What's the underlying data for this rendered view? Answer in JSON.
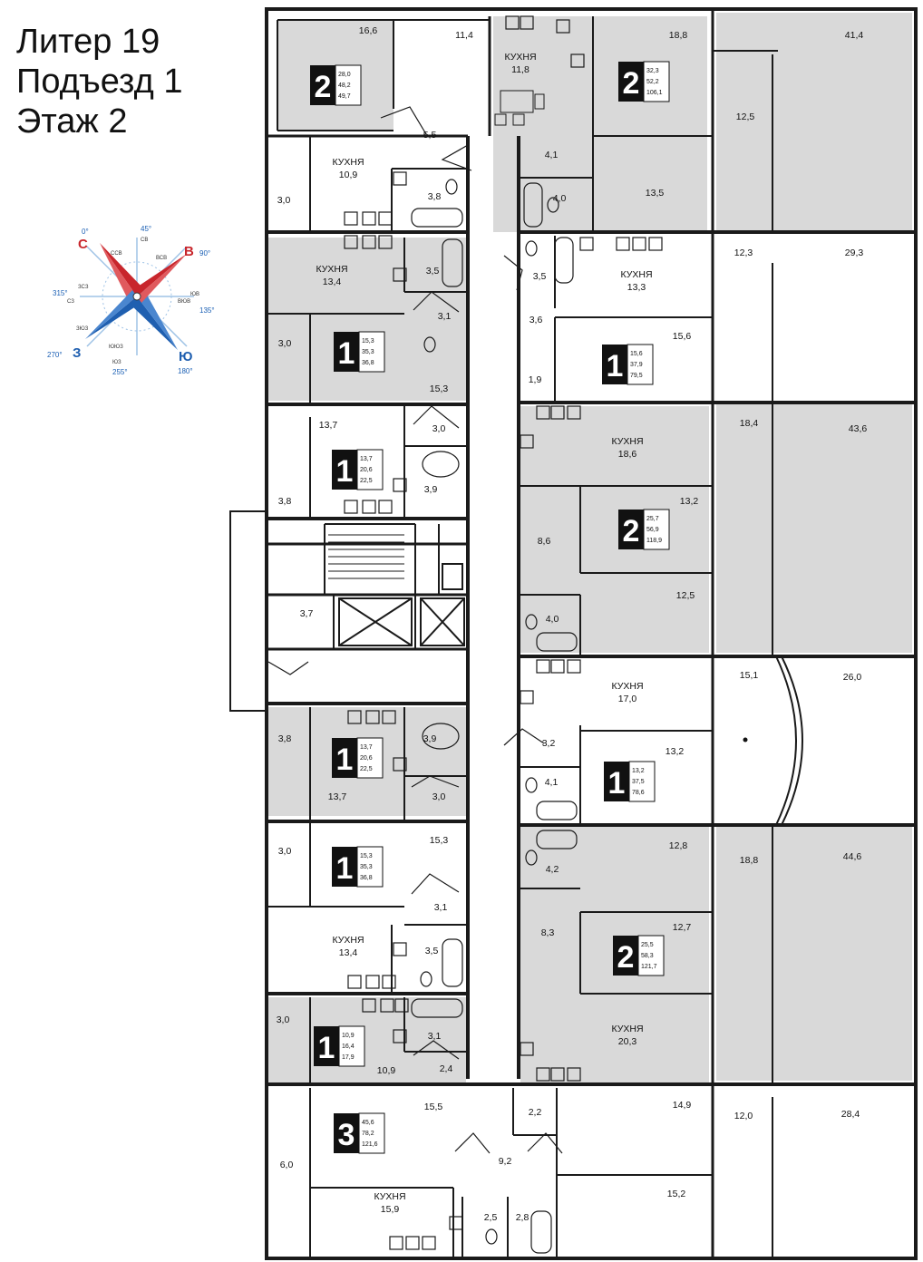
{
  "title": {
    "line1": "Литер 19",
    "line2": "Подъезд 1",
    "line3": "Этаж 2"
  },
  "compass": {
    "main": {
      "N": "С",
      "E": "В",
      "S": "Ю",
      "W": "З"
    },
    "inter": {
      "NE": "СВ",
      "SE": "ЮВ",
      "SW": "ЮЗ",
      "NW": "СЗ"
    },
    "minor": {
      "NNE": "ССВ",
      "ENE": "ВСВ",
      "ESE": "ВЮВ",
      "SSW": "ЮЮЗ",
      "WSW": "ЗЮЗ",
      "WNW": "ЗСЗ"
    },
    "degrees": {
      "N": "0°",
      "NE": "45°",
      "E": "90°",
      "SE": "135°",
      "S": "180°",
      "SW": "255°",
      "W": "270°",
      "NW": "315°"
    },
    "colors": {
      "north": "#c8262c",
      "south": "#1f5fb0",
      "light": "#9fc3e6"
    }
  },
  "colors": {
    "highlight": "#d9d9d9",
    "wall": "#1a1a1a",
    "badge": "#111111"
  },
  "kitchen_label": "КУХНЯ",
  "apartments": [
    {
      "rooms": "2",
      "areas": [
        "28,0",
        "48,2",
        "49,7"
      ]
    },
    {
      "rooms": "2",
      "areas": [
        "32,3",
        "52,2",
        "106,1"
      ]
    },
    {
      "rooms": "1",
      "areas": [
        "15,3",
        "35,3",
        "36,8"
      ]
    },
    {
      "rooms": "1",
      "areas": [
        "15,6",
        "37,9",
        "79,5"
      ]
    },
    {
      "rooms": "1",
      "areas": [
        "13,7",
        "20,6",
        "22,5"
      ]
    },
    {
      "rooms": "2",
      "areas": [
        "25,7",
        "56,9",
        "118,9"
      ]
    },
    {
      "rooms": "1",
      "areas": [
        "13,7",
        "20,6",
        "22,5"
      ]
    },
    {
      "rooms": "1",
      "areas": [
        "13,2",
        "37,5",
        "78,6"
      ]
    },
    {
      "rooms": "1",
      "areas": [
        "15,3",
        "35,3",
        "36,8"
      ]
    },
    {
      "rooms": "2",
      "areas": [
        "25,5",
        "58,3",
        "121,7"
      ]
    },
    {
      "rooms": "1",
      "areas": [
        "10,9",
        "16,4",
        "17,9"
      ]
    },
    {
      "rooms": "3",
      "areas": [
        "45,6",
        "78,2",
        "121,6"
      ]
    }
  ],
  "kitchens": [
    "11,8",
    "10,9",
    "13,4",
    "13,3",
    "18,6",
    "17,0",
    "13,4",
    "20,3",
    "15,9"
  ],
  "rooms": [
    "16,6",
    "11,4",
    "18,8",
    "41,4",
    "12,5",
    "5,5",
    "4,1",
    "3,8",
    "3,0",
    "13,5",
    "4,0",
    "12,3",
    "29,3",
    "3,5",
    "3,5",
    "3,1",
    "3,6",
    "3,0",
    "15,6",
    "1,9",
    "15,3",
    "13,7",
    "3,0",
    "18,4",
    "43,6",
    "3,9",
    "3,8",
    "13,2",
    "8,6",
    "12,5",
    "4,0",
    "3,7",
    "15,1",
    "26,0",
    "3,8",
    "3,9",
    "3,2",
    "13,2",
    "13,7",
    "3,0",
    "4,1",
    "3,0",
    "15,3",
    "12,8",
    "18,8",
    "44,6",
    "4,2",
    "3,1",
    "8,3",
    "12,7",
    "3,5",
    "3,0",
    "3,1",
    "10,9",
    "2,4",
    "15,5",
    "2,2",
    "14,9",
    "12,0",
    "28,4",
    "6,0",
    "9,2",
    "15,2",
    "2,5",
    "2,8"
  ]
}
